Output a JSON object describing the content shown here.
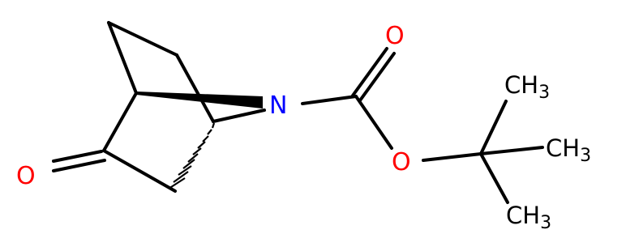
{
  "molecule": {
    "atoms": {
      "ketone_oxygen": "O",
      "nitrogen": "N",
      "carbonyl_oxygen": "O",
      "ester_oxygen": "O",
      "methyl_top": {
        "element": "CH",
        "subscript": "3"
      },
      "methyl_mid": {
        "element": "CH",
        "subscript": "3"
      },
      "methyl_bottom": {
        "element": "CH",
        "subscript": "3"
      }
    },
    "colors": {
      "oxygen": "#ff0000",
      "nitrogen": "#0000ff",
      "carbon": "#000000",
      "bond": "#000000"
    }
  }
}
